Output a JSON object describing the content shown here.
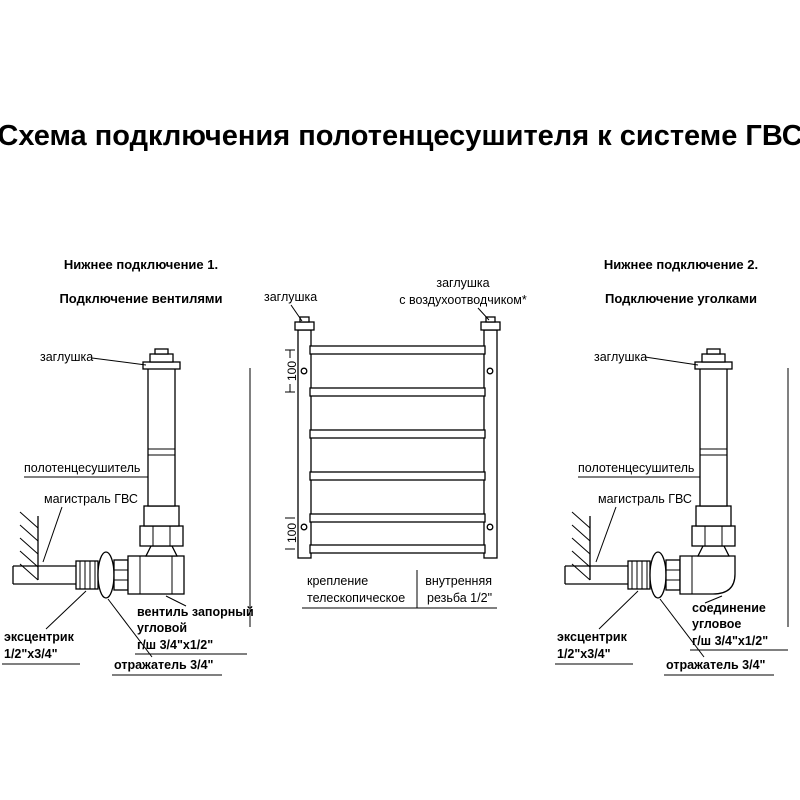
{
  "colors": {
    "title": "#8B0000",
    "line": "#000000",
    "background": "#FFFFFF"
  },
  "title": {
    "text": "Схема подключения полотенцесушителя к системе ГВС"
  },
  "left": {
    "heading1": "Нижнее подключение 1.",
    "heading2": "Подключение вентилями",
    "labels": {
      "plug": "заглушка",
      "towel_rail": "полотенцесушитель",
      "hws_main": "магистраль ГВС",
      "eccentric_line1": "эксцентрик",
      "eccentric_line2": "1/2\"х3/4\"",
      "reflector": "отражатель 3/4\"",
      "fitting_line1": "вентиль запорный",
      "fitting_line2": "угловой",
      "fitting_line3": "г/ш 3/4\"х1/2\""
    }
  },
  "center": {
    "labels": {
      "plug": "заглушка",
      "air_vent_line1": "заглушка",
      "air_vent_line2": "с воздухоотводчиком*",
      "dim_top": "100",
      "dim_bottom": "100",
      "mount_line1": "крепление",
      "mount_line2": "телескопическое",
      "thread_line1": "внутренняя",
      "thread_line2": "резьба 1/2\""
    }
  },
  "right": {
    "heading1": "Нижнее подключение 2.",
    "heading2": "Подключение уголками",
    "labels": {
      "plug": "заглушка",
      "towel_rail": "полотенцесушитель",
      "hws_main": "магистраль ГВС",
      "eccentric_line1": "эксцентрик",
      "eccentric_line2": "1/2\"х3/4\"",
      "reflector": "отражатель 3/4\"",
      "fitting_line1": "соединение",
      "fitting_line2": "угловое",
      "fitting_line3": "г/ш 3/4\"х1/2\""
    }
  }
}
